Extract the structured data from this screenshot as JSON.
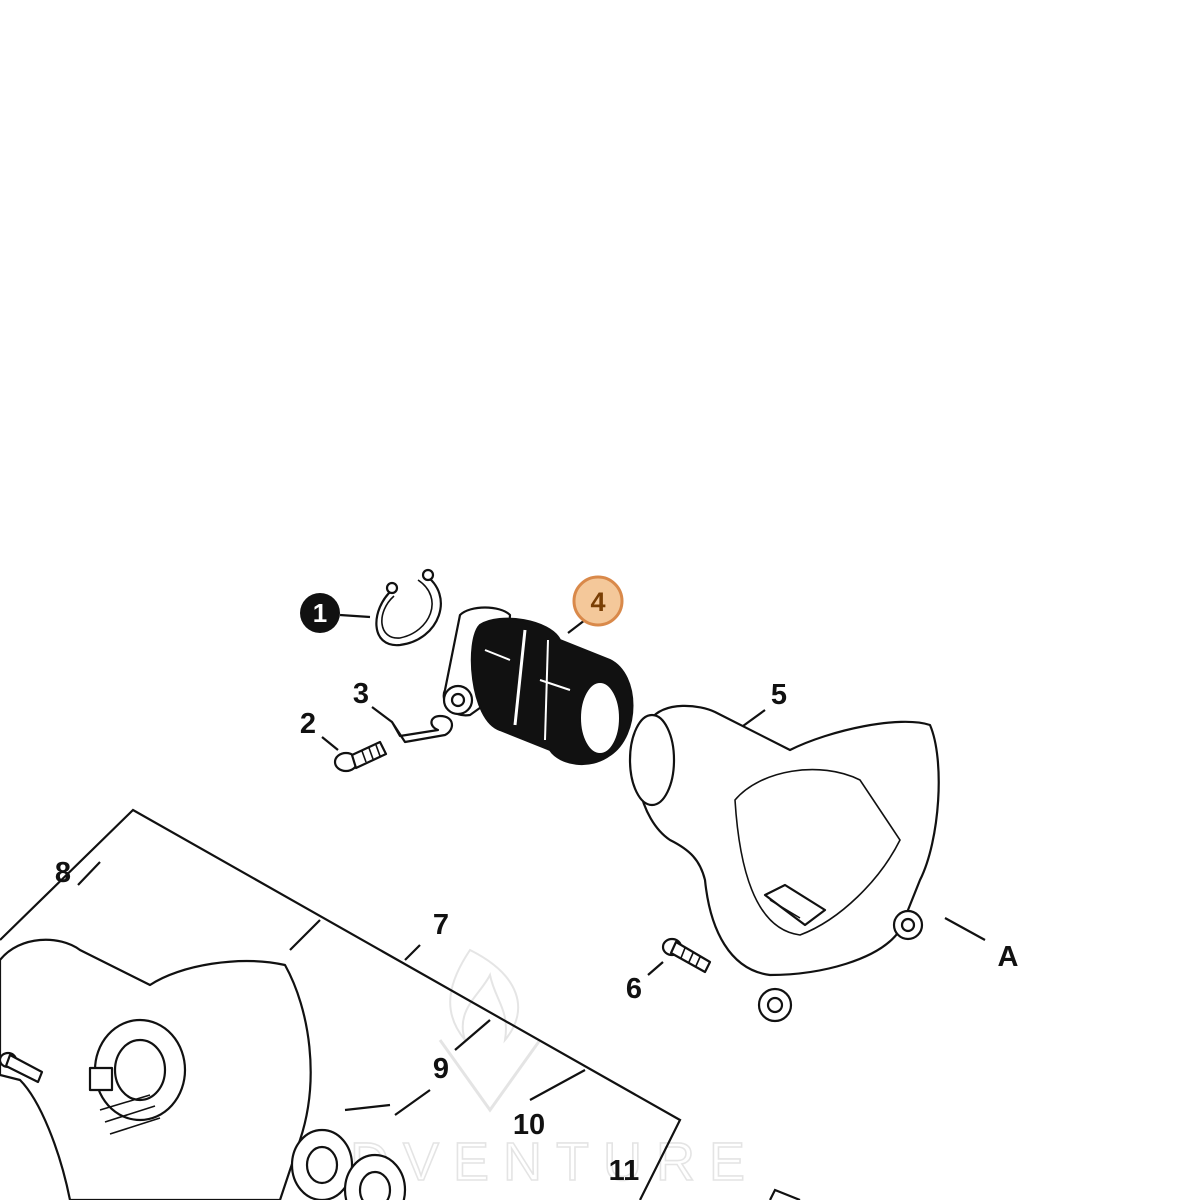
{
  "callouts": {
    "c1": "1",
    "c2": "2",
    "c3": "3",
    "c4": "4",
    "c5": "5",
    "c6": "6",
    "c7": "7",
    "c8": "8",
    "c9": "9",
    "c10": "10",
    "c11": "11",
    "cA": "A"
  },
  "highlight": {
    "callout": "4",
    "fill": "#f4c89a",
    "stroke": "#d9894a"
  },
  "watermark": {
    "text": "ADVENTURE"
  }
}
